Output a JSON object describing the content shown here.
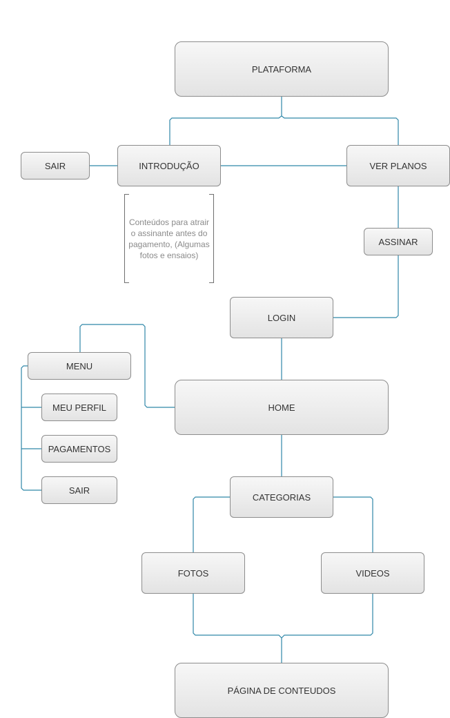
{
  "diagram": {
    "line_color": "#2e86a8",
    "nodes": {
      "plataforma": "PLATAFORMA",
      "introducao": "INTRODUÇÃO",
      "sair_top": "SAIR",
      "ver_planos": "VER PLANOS",
      "assinar": "ASSINAR",
      "login": "LOGIN",
      "menu": "MENU",
      "meu_perfil": "MEU PERFIL",
      "pagamentos": "PAGAMENTOS",
      "sair_menu": "SAIR",
      "home": "HOME",
      "categorias": "CATEGORIAS",
      "fotos": "FOTOS",
      "videos": "VIDEOS",
      "pagina_conteudos": "PÁGINA DE CONTEUDOS"
    },
    "note": "Conteúdos para atrair o assinante antes do pagamento, (Algumas fotos e ensaios)"
  }
}
